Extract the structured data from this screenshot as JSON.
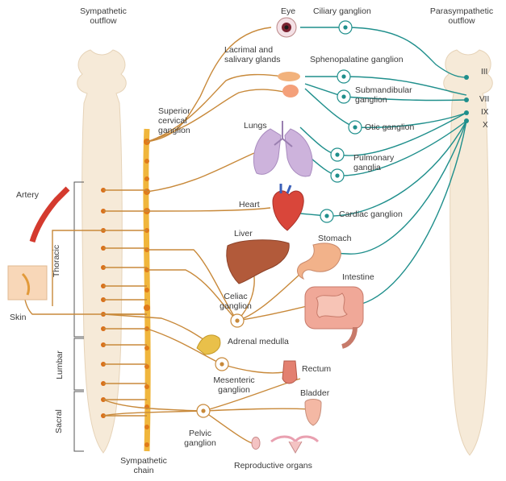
{
  "titles": {
    "sympathetic": "Sympathetic\noutflow",
    "parasympathetic": "Parasympathetic\noutflow"
  },
  "regions": {
    "thoracic": "Thoracic",
    "lumbar": "Lumbar",
    "sacral": "Sacral"
  },
  "cranial_nerves": [
    "III",
    "VII",
    "IX",
    "X"
  ],
  "labels": {
    "eye": "Eye",
    "ciliary_ganglion": "Ciliary ganglion",
    "lacrimal": "Lacrimal and\nsalivary glands",
    "sphenopalatine": "Sphenopalatine ganglion",
    "submandibular": "Submandibular\nganglion",
    "superior_cervical": "Superior\ncervical\nganglion",
    "lungs": "Lungs",
    "otic": "Otic ganglion",
    "pulmonary": "Pulmonary\nganglia",
    "artery": "Artery",
    "heart": "Heart",
    "cardiac": "Cardiac ganglion",
    "liver": "Liver",
    "stomach": "Stomach",
    "intestine": "Intestine",
    "celiac": "Celiac\nganglion",
    "skin": "Skin",
    "adrenal": "Adrenal medulla",
    "rectum": "Rectum",
    "mesenteric": "Mesenteric\nganglion",
    "bladder": "Bladder",
    "pelvic": "Pelvic\nganglion",
    "reproductive": "Reproductive organs",
    "sympathetic_chain": "Sympathetic\nchain"
  },
  "colors": {
    "sympathetic_fiber": "#c8893a",
    "parasympathetic_fiber": "#1f8f8c",
    "spine": "#f6ead8",
    "chain": "#f0b63c"
  }
}
